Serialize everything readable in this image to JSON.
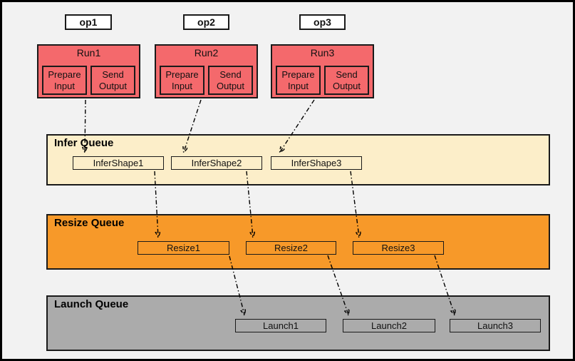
{
  "colors": {
    "background": "#f2f2f2",
    "frame_border": "#000000",
    "run_fill": "#f4696c",
    "infer_queue_fill": "#fceec9",
    "resize_queue_fill": "#f79929",
    "launch_queue_fill": "#ababab",
    "op_fill": "#ffffff",
    "box_border": "#1a1a1a",
    "arrow": "#000000"
  },
  "ops": [
    {
      "label": "op1"
    },
    {
      "label": "op2"
    },
    {
      "label": "op3"
    }
  ],
  "runs": [
    {
      "title": "Run1",
      "steps": [
        {
          "label": "Prepare Input"
        },
        {
          "label": "Send Output"
        }
      ]
    },
    {
      "title": "Run2",
      "steps": [
        {
          "label": "Prepare Input"
        },
        {
          "label": "Send Output"
        }
      ]
    },
    {
      "title": "Run3",
      "steps": [
        {
          "label": "Prepare Input"
        },
        {
          "label": "Send Output"
        }
      ]
    }
  ],
  "queues": [
    {
      "label": "Infer Queue",
      "items": [
        "InferShape1",
        "InferShape2",
        "InferShape3"
      ]
    },
    {
      "label": "Resize Queue",
      "items": [
        "Resize1",
        "Resize2",
        "Resize3"
      ]
    },
    {
      "label": "Launch Queue",
      "items": [
        "Launch1",
        "Launch2",
        "Launch3"
      ]
    }
  ],
  "edges": [
    {
      "from": "Run1",
      "to": "InferShape1"
    },
    {
      "from": "Run2",
      "to": "InferShape2"
    },
    {
      "from": "Run3",
      "to": "InferShape3"
    },
    {
      "from": "InferShape1",
      "to": "Resize1"
    },
    {
      "from": "InferShape2",
      "to": "Resize2"
    },
    {
      "from": "InferShape3",
      "to": "Resize3"
    },
    {
      "from": "Resize1",
      "to": "Launch1"
    },
    {
      "from": "Resize2",
      "to": "Launch2"
    },
    {
      "from": "Resize3",
      "to": "Launch3"
    }
  ]
}
